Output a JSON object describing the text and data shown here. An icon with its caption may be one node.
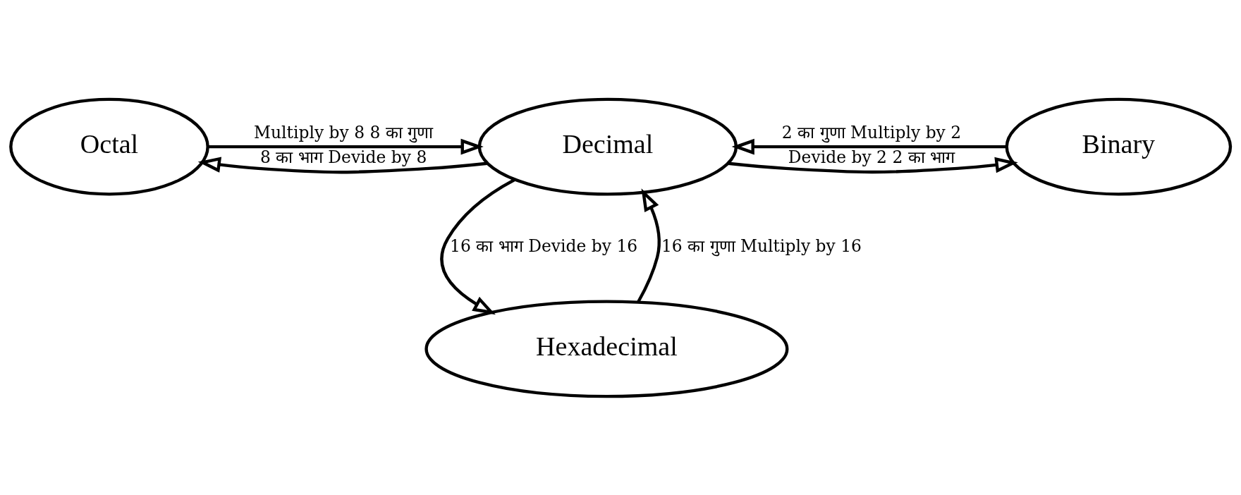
{
  "diagram": {
    "nodes": [
      {
        "text": [
          "Octal"
        ]
      },
      {
        "text": [
          "Decimal"
        ]
      },
      {
        "text": [
          "Binary"
        ]
      },
      {
        "text": [
          "Hexadecimal"
        ]
      }
    ],
    "edges": [
      {
        "from": 0,
        "to": 1,
        "arrow": "to",
        "label": "Multiply by 8 8 का गुणा"
      },
      {
        "from": 1,
        "to": 0,
        "arrow": "to",
        "label": "8 का भाग Devide by 8"
      },
      {
        "from": 1,
        "to": 2,
        "arrow": "to",
        "label": "Devide by 2 2 का भाग"
      },
      {
        "from": 2,
        "to": 1,
        "arrow": "to",
        "label": "2 का गुणा Multiply by 2"
      },
      {
        "from": 1,
        "to": 3,
        "arrow": "to",
        "label": "16 का भाग Devide by 16"
      },
      {
        "from": 3,
        "to": 1,
        "arrow": "to",
        "label": "16 का गुणा Multiply by 16"
      }
    ]
  }
}
